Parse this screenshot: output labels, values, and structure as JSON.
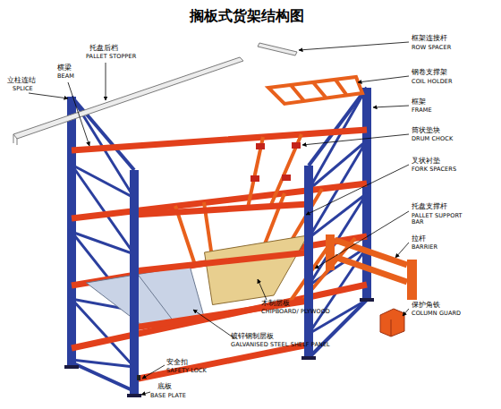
{
  "diagram": {
    "title": "搁板式货架结构图",
    "labels": [
      "托盘后档",
      "PALLET STOPPER",
      "框架连接杆",
      "ROW SPACER",
      "立柱连结",
      "SPLICE",
      "横梁",
      "BEAM",
      "钢卷支撑架",
      "COIL HOLDER",
      "框架",
      "FRAME",
      "筒状垫块",
      "DRUM CHOCK",
      "叉状衬垫",
      "FORK SPACERS",
      "托盘支撑杆",
      "PALLET SUPPORT BAR",
      "拉杆",
      "BARRIER",
      "保护角铁",
      "COLUMN GUARD",
      "木制层板",
      "CHIPBOARD/ PLYWOOD",
      "镀锌钢制层板",
      "GALVANISED STEEL SHELF PANEL",
      "安全扣",
      "SAFETY LOCK",
      "底板",
      "BASE PLATE"
    ]
  }
}
